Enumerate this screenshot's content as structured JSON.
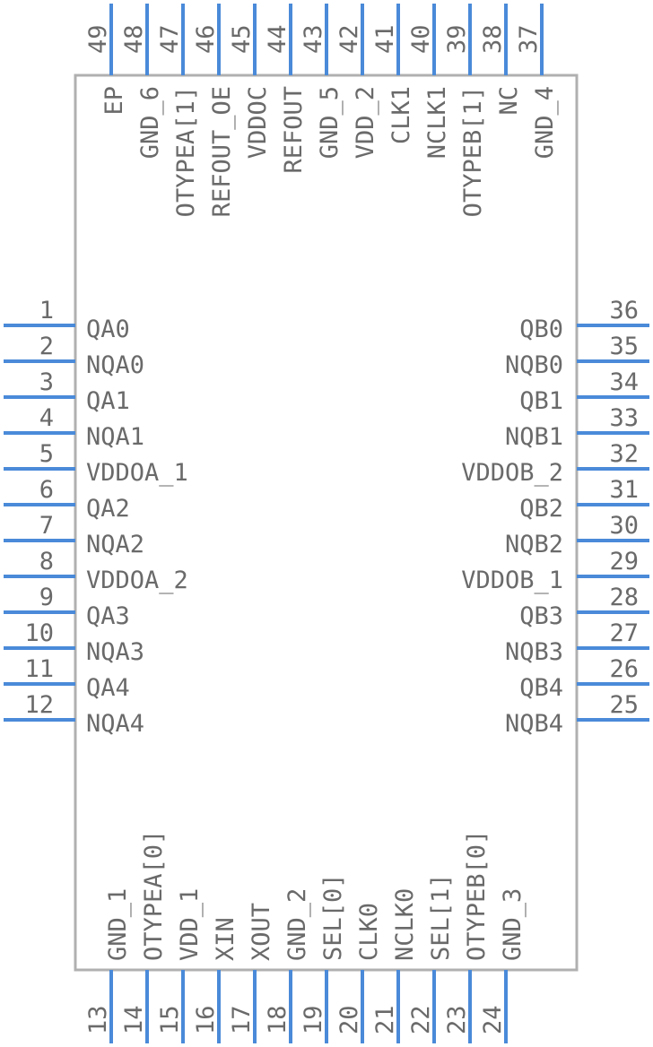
{
  "left_pins": [
    {
      "num": "1",
      "label": "QA0"
    },
    {
      "num": "2",
      "label": "NQA0"
    },
    {
      "num": "3",
      "label": "QA1"
    },
    {
      "num": "4",
      "label": "NQA1"
    },
    {
      "num": "5",
      "label": "VDDOA_1"
    },
    {
      "num": "6",
      "label": "QA2"
    },
    {
      "num": "7",
      "label": "NQA2"
    },
    {
      "num": "8",
      "label": "VDDOA_2"
    },
    {
      "num": "9",
      "label": "QA3"
    },
    {
      "num": "10",
      "label": "NQA3"
    },
    {
      "num": "11",
      "label": "QA4"
    },
    {
      "num": "12",
      "label": "NQA4"
    }
  ],
  "right_pins": [
    {
      "num": "36",
      "label": "QB0"
    },
    {
      "num": "35",
      "label": "NQB0"
    },
    {
      "num": "34",
      "label": "QB1"
    },
    {
      "num": "33",
      "label": "NQB1"
    },
    {
      "num": "32",
      "label": "VDDOB_2"
    },
    {
      "num": "31",
      "label": "QB2"
    },
    {
      "num": "30",
      "label": "NQB2"
    },
    {
      "num": "29",
      "label": "VDDOB_1"
    },
    {
      "num": "28",
      "label": "QB3"
    },
    {
      "num": "27",
      "label": "NQB3"
    },
    {
      "num": "26",
      "label": "QB4"
    },
    {
      "num": "25",
      "label": "NQB4"
    }
  ],
  "bottom_pins": [
    {
      "num": "13",
      "label": "GND_1"
    },
    {
      "num": "14",
      "label": "OTYPEA[0]"
    },
    {
      "num": "15",
      "label": "VDD_1"
    },
    {
      "num": "16",
      "label": "XIN"
    },
    {
      "num": "17",
      "label": "XOUT"
    },
    {
      "num": "18",
      "label": "GND_2"
    },
    {
      "num": "19",
      "label": "SEL[0]"
    },
    {
      "num": "20",
      "label": "CLK0"
    },
    {
      "num": "21",
      "label": "NCLK0"
    },
    {
      "num": "22",
      "label": "SEL[1]"
    },
    {
      "num": "23",
      "label": "OTYPEB[0]"
    },
    {
      "num": "24",
      "label": "GND_3"
    }
  ],
  "top_pins": [
    {
      "num": "49",
      "label": "EP"
    },
    {
      "num": "48",
      "label": "GND_6"
    },
    {
      "num": "47",
      "label": "OTYPEA[1]"
    },
    {
      "num": "46",
      "label": "REFOUT_OE"
    },
    {
      "num": "45",
      "label": "VDDOC"
    },
    {
      "num": "44",
      "label": "REFOUT"
    },
    {
      "num": "43",
      "label": "GND_5"
    },
    {
      "num": "42",
      "label": "VDD_2"
    },
    {
      "num": "41",
      "label": "CLK1"
    },
    {
      "num": "40",
      "label": "NCLK1"
    },
    {
      "num": "39",
      "label": "OTYPEB[1]"
    },
    {
      "num": "38",
      "label": "NC"
    },
    {
      "num": "37",
      "label": "GND_4"
    }
  ],
  "colors": {
    "pin": "#4a8ad9",
    "body_outline": "#b0b0b0",
    "text": "#6a6a6a"
  }
}
